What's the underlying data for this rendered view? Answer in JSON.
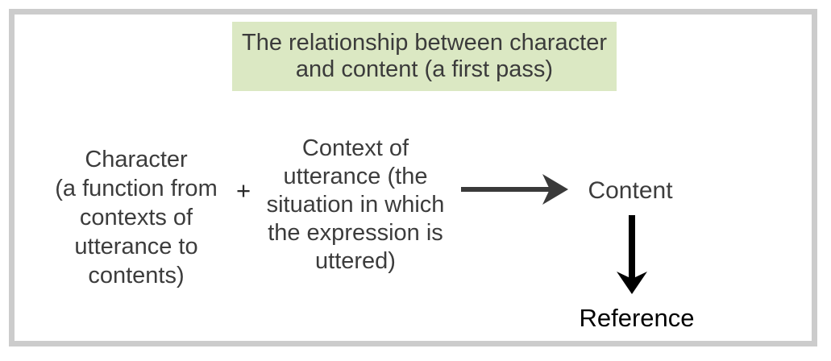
{
  "colors": {
    "frame_border": "#cccccc",
    "title_background": "#dbe8c3",
    "title_text": "#3b3b3b",
    "body_text": "#3c3c3c",
    "right_arrow": "#3a3a3a",
    "down_arrow": "#000000",
    "reference_text": "#000000"
  },
  "title": {
    "lines": [
      "The relationship between character",
      "and content (a first pass)"
    ]
  },
  "diagram": {
    "character_block": {
      "lines": [
        "Character",
        "(a function from",
        "contexts of",
        "utterance to",
        "contents)"
      ]
    },
    "plus_operator": "+",
    "context_block": {
      "lines": [
        "Context of",
        "utterance (the",
        "situation in which",
        "the expression is",
        "uttered)"
      ]
    },
    "content_label": "Content",
    "reference_label": "Reference",
    "icons": {
      "right_arrow": "right-arrow-icon",
      "down_arrow": "down-arrow-icon"
    }
  }
}
